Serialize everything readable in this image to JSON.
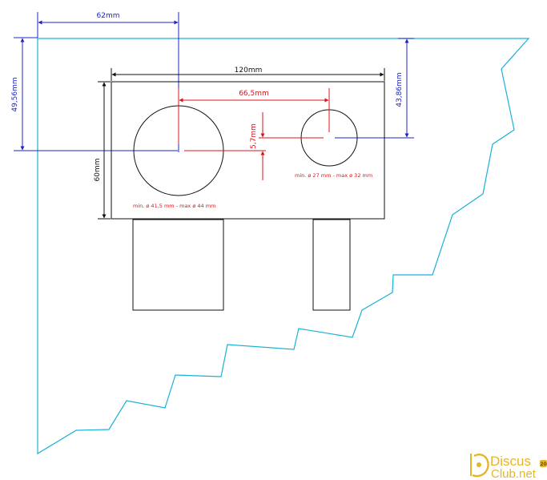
{
  "dimensions": {
    "horizontal_offset": "62mm",
    "vertical_offset_left": "49,56mm",
    "vertical_offset_right": "43,86mm",
    "box_width": "120mm",
    "box_height": "60mm",
    "hole_spacing": "66,5mm",
    "hole_height_diff": "5,7mm"
  },
  "holes": {
    "large_note": "min. ø 41,5 mm - max ø 44 mm",
    "small_note": "min. ø 27 mm - max ø 32 mm"
  },
  "logo": {
    "line1": "Discus",
    "line2": "Club.net",
    "badge": "20"
  },
  "colors": {
    "outline": "#1bb1d6",
    "dimension_blue": "#1c24c8",
    "dimension_red": "#d8141c",
    "part": "#111111",
    "logo": "#e5b52a"
  }
}
